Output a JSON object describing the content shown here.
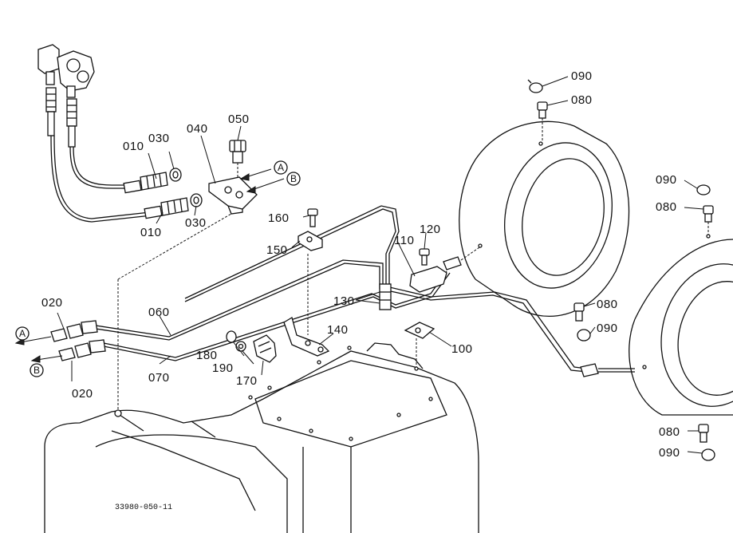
{
  "callouts": {
    "c010a": "010",
    "c010b": "010",
    "c020a": "020",
    "c020b": "020",
    "c030a": "030",
    "c030b": "030",
    "c040": "040",
    "c050": "050",
    "c060": "060",
    "c070": "070",
    "c080a": "080",
    "c080b": "080",
    "c080c": "080",
    "c080d": "080",
    "c090a": "090",
    "c090b": "090",
    "c090c": "090",
    "c090d": "090",
    "c100": "100",
    "c110": "110",
    "c120": "120",
    "c130": "130",
    "c140": "140",
    "c150": "150",
    "c160": "160",
    "c170": "170",
    "c180": "180",
    "c190": "190"
  },
  "markers": {
    "a1": "A",
    "a2": "A",
    "b1": "B",
    "b2": "B"
  },
  "reference_code": "33980-050-11"
}
